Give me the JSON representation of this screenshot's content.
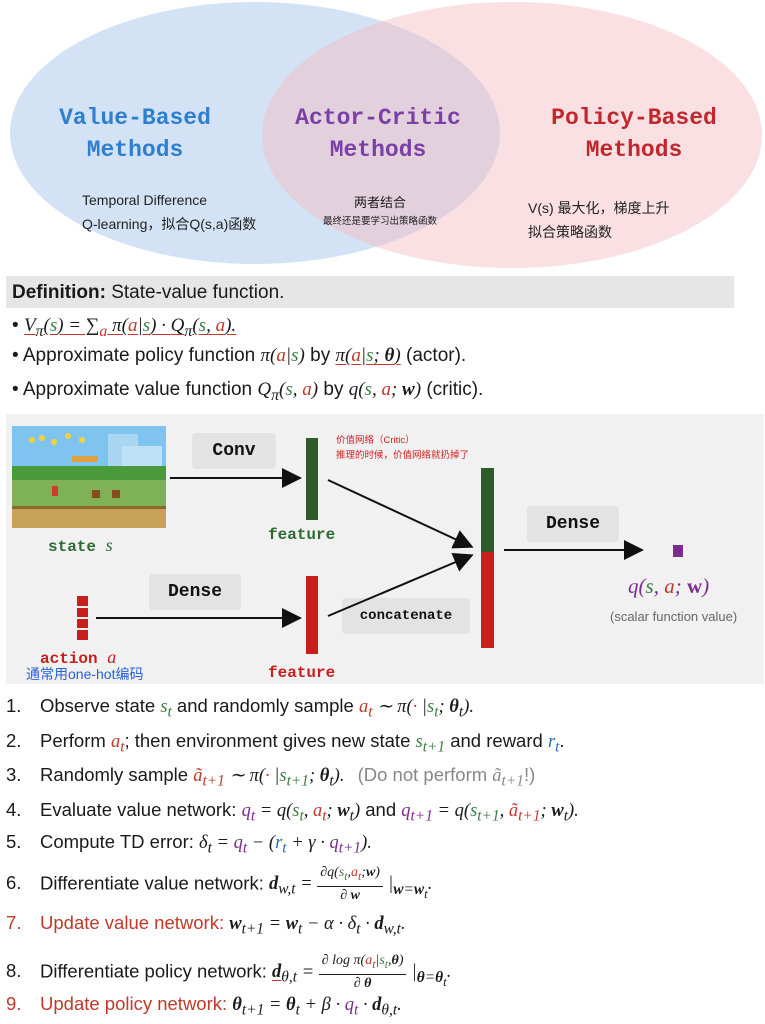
{
  "venn": {
    "left": {
      "title_line1": "Value-Based",
      "title_line2": "Methods",
      "color": "#2f7fd1",
      "note1": "Temporal Difference",
      "note2": "Q-learning，拟合Q(s,a)函数"
    },
    "center": {
      "title_line1": "Actor-Critic",
      "title_line2": "Methods",
      "color": "#7b3fa8",
      "note1": "两者结合",
      "note2": "最终还是要学习出策略函数"
    },
    "right": {
      "title_line1": "Policy-Based",
      "title_line2": "Methods",
      "color": "#c0282d",
      "note1": "V(s) 最大化，梯度上升",
      "note2": "拟合策略函数"
    }
  },
  "definition": {
    "heading_bold": "Definition:",
    "heading_rest": " State-value function.",
    "bullet": "•",
    "line2_text": " Approximate policy function ",
    "line2_by": " by ",
    "line2_suffix": " (actor).",
    "line3_text": " Approximate value function ",
    "line3_by": " by ",
    "line3_suffix": " (critic)."
  },
  "network": {
    "conv_label": "Conv",
    "dense_top_label": "Dense",
    "dense_bottom_label": "Dense",
    "concatenate_label": "concatenate",
    "feature_top_label": "feature",
    "feature_bottom_label": "feature",
    "state_label": "state",
    "state_var": "s",
    "action_label": "action",
    "action_var": "a",
    "critic_note1": "价值网络（Critic）",
    "critic_note2": "推理的时候，价值网络就扔掉了",
    "onehot_note": "通常用one-hot编码",
    "output_formula": "q(s, a; w)",
    "output_caption": "(scalar function value)",
    "colors": {
      "green": "#2f5a2a",
      "red": "#c81e1e",
      "output": "#7b2d8e"
    }
  },
  "steps": [
    {
      "num": "1.",
      "text": "Observe state"
    },
    {
      "num": "2.",
      "text": "Perform"
    },
    {
      "num": "3.",
      "text": "Randomly sample"
    },
    {
      "num": "4.",
      "text": "Evaluate value network:"
    },
    {
      "num": "5.",
      "text": "Compute TD error:"
    },
    {
      "num": "6.",
      "text": "Differentiate value network:"
    },
    {
      "num": "7.",
      "text": "Update value network:"
    },
    {
      "num": "8.",
      "text": "Differentiate policy network:"
    },
    {
      "num": "9.",
      "text": "Update policy network:"
    }
  ],
  "step_extras": {
    "s1_and": " and randomly sample ",
    "s2_then": "; then environment gives new state ",
    "s2_and": " and reward ",
    "s3_note": "(Do not perform ",
    "s3_note_end": "!)",
    "s4_and": " and "
  }
}
